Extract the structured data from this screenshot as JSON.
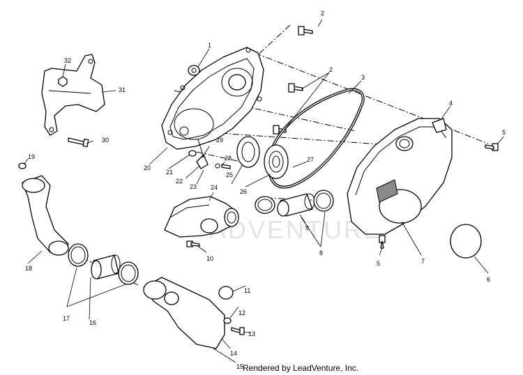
{
  "diagram": {
    "watermark": "ADVENTURE",
    "credit": "Rendered by LeadVenture, Inc.",
    "callouts": {
      "c1": "1",
      "c2a": "2",
      "c2b": "2",
      "c3": "3",
      "c4": "4",
      "c5a": "5",
      "c5b": "5",
      "c6": "6",
      "c7": "7",
      "c8": "8",
      "c9": "9",
      "c10": "10",
      "c11": "11",
      "c12": "12",
      "c13": "13",
      "c14": "14",
      "c15": "15",
      "c16": "16",
      "c17": "17",
      "c18": "18",
      "c19": "19",
      "c20": "20",
      "c21": "21",
      "c22": "22",
      "c23": "23",
      "c24": "24",
      "c25": "25",
      "c26": "26",
      "c27": "27",
      "c28": "28",
      "c29": "29",
      "c30": "30",
      "c31": "31",
      "c32": "32"
    }
  }
}
